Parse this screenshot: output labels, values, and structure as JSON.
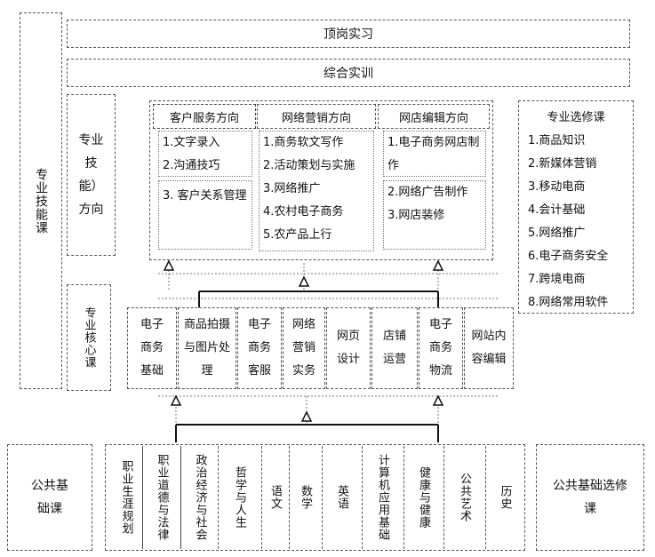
{
  "left_title": "专业技能课",
  "dinggang": "顶岗实习",
  "zonghe": "综合实训",
  "skill_direction_label": "专业 技能）方向",
  "core_label": "专业核心课",
  "directions": [
    {
      "title": "客户服务方向",
      "items": [
        "1.文字录入",
        "2.沟通技巧",
        "3. 客户关系管理"
      ]
    },
    {
      "title": "网络营销方向",
      "items": [
        "1.商务软文写作",
        "2.活动策划与实施",
        "3.网络推广",
        "4.农村电子商务",
        "5.农产品上行"
      ]
    },
    {
      "title": "网店编辑方向",
      "items": [
        "1.电子商务网店制作",
        "2.网络广告制作",
        "3.网店装修"
      ]
    }
  ],
  "electives": {
    "title": "专业选修课",
    "items": [
      "1.商品知识",
      "2.新媒体营销",
      "3.移动电商",
      "4.会计基础",
      "5.网络推广",
      "6.电子商务安全",
      "7.跨境电商",
      "8.网络常用软件"
    ]
  },
  "core_courses": [
    "电子商务基础",
    "商品拍摄与图片处理",
    "电子商务客服",
    "网络营销实务",
    "网页设计",
    "店铺运营",
    "电子商务物流",
    "网站内容编辑"
  ],
  "public_basic": "公共基础课",
  "public_courses": [
    "职业生涯规划",
    "职业道德与法律",
    "政治经济与社会",
    "哲学与人生",
    "语文",
    "数学",
    "英语",
    "计算机应用基础",
    "健康与健康",
    "公共艺术",
    "历史"
  ],
  "public_elective": "公共基础选修课"
}
